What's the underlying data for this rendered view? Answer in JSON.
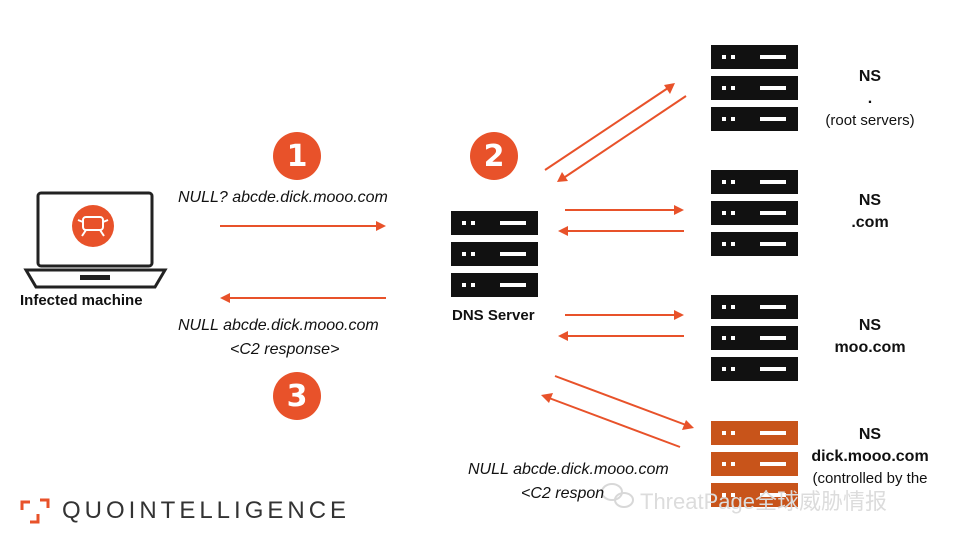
{
  "steps": [
    "1",
    "2",
    "3"
  ],
  "infected": {
    "label": "Infected machine"
  },
  "dns_server": {
    "label": "DNS Server"
  },
  "query": "NULL? abcde.dick.mooo.com",
  "response": {
    "line1": "NULL abcde.dick.mooo.com",
    "line2": "<C2 response>"
  },
  "final_response": {
    "line1": "NULL abcde.dick.mooo.com",
    "line2": "<C2 respon"
  },
  "ns_servers": [
    {
      "l1": "NS",
      "l2": ".",
      "l3": "(root servers)"
    },
    {
      "l1": "NS",
      "l2": ".com"
    },
    {
      "l1": "NS",
      "l2": "moo.com"
    },
    {
      "l1": "NS",
      "l2": "dick.mooo.com",
      "l3": "(controlled by the"
    }
  ],
  "logo": {
    "text": "QUOINTELLIGENCE"
  },
  "watermark": {
    "text": "ThreatPage全球威胁情报"
  },
  "colors": {
    "accent": "#e8522a",
    "server": "#111111",
    "attacker_server": "#c8541a"
  }
}
